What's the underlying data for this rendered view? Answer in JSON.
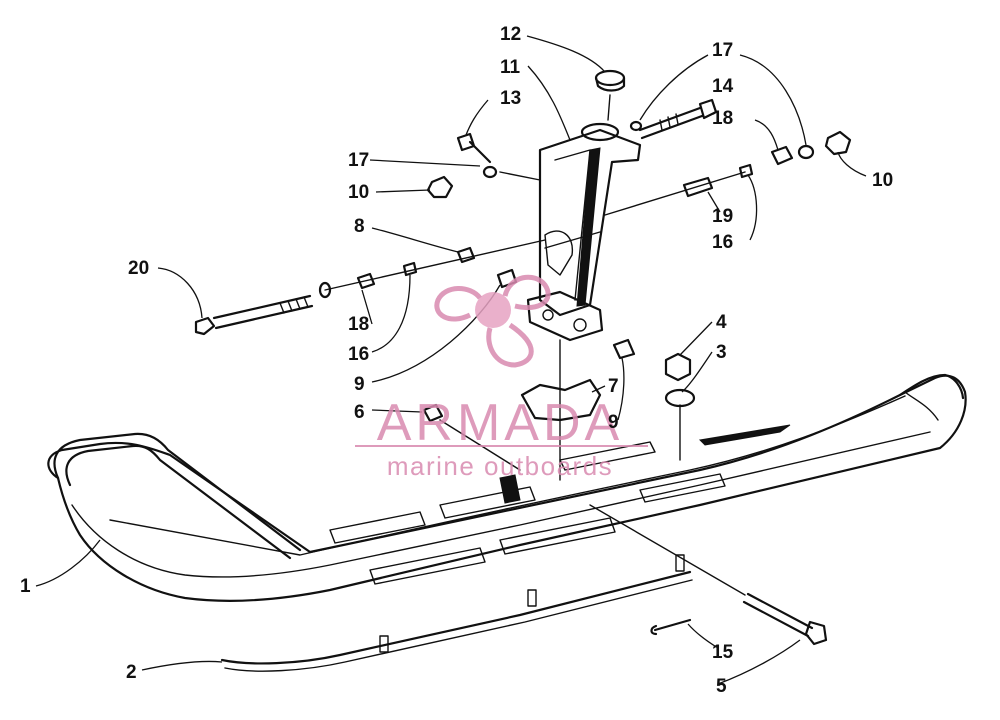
{
  "callouts": [
    {
      "id": "c12",
      "label": "12"
    },
    {
      "id": "c11",
      "label": "11"
    },
    {
      "id": "c13",
      "label": "13"
    },
    {
      "id": "c17a",
      "label": "17"
    },
    {
      "id": "c14",
      "label": "14"
    },
    {
      "id": "c18a",
      "label": "18"
    },
    {
      "id": "c17b",
      "label": "17"
    },
    {
      "id": "c10a",
      "label": "10"
    },
    {
      "id": "c10b",
      "label": "10"
    },
    {
      "id": "c8",
      "label": "8"
    },
    {
      "id": "c19",
      "label": "19"
    },
    {
      "id": "c16a",
      "label": "16"
    },
    {
      "id": "c20",
      "label": "20"
    },
    {
      "id": "c18b",
      "label": "18"
    },
    {
      "id": "c16b",
      "label": "16"
    },
    {
      "id": "c4",
      "label": "4"
    },
    {
      "id": "c3",
      "label": "3"
    },
    {
      "id": "c9a",
      "label": "9"
    },
    {
      "id": "c7",
      "label": "7"
    },
    {
      "id": "c9b",
      "label": "9"
    },
    {
      "id": "c6",
      "label": "6"
    },
    {
      "id": "c1",
      "label": "1"
    },
    {
      "id": "c2",
      "label": "2"
    },
    {
      "id": "c15",
      "label": "15"
    },
    {
      "id": "c5",
      "label": "5"
    }
  ],
  "watermark": {
    "brand": "ARMADA",
    "tagline": "marine outboards",
    "color": "#d98ab0"
  }
}
